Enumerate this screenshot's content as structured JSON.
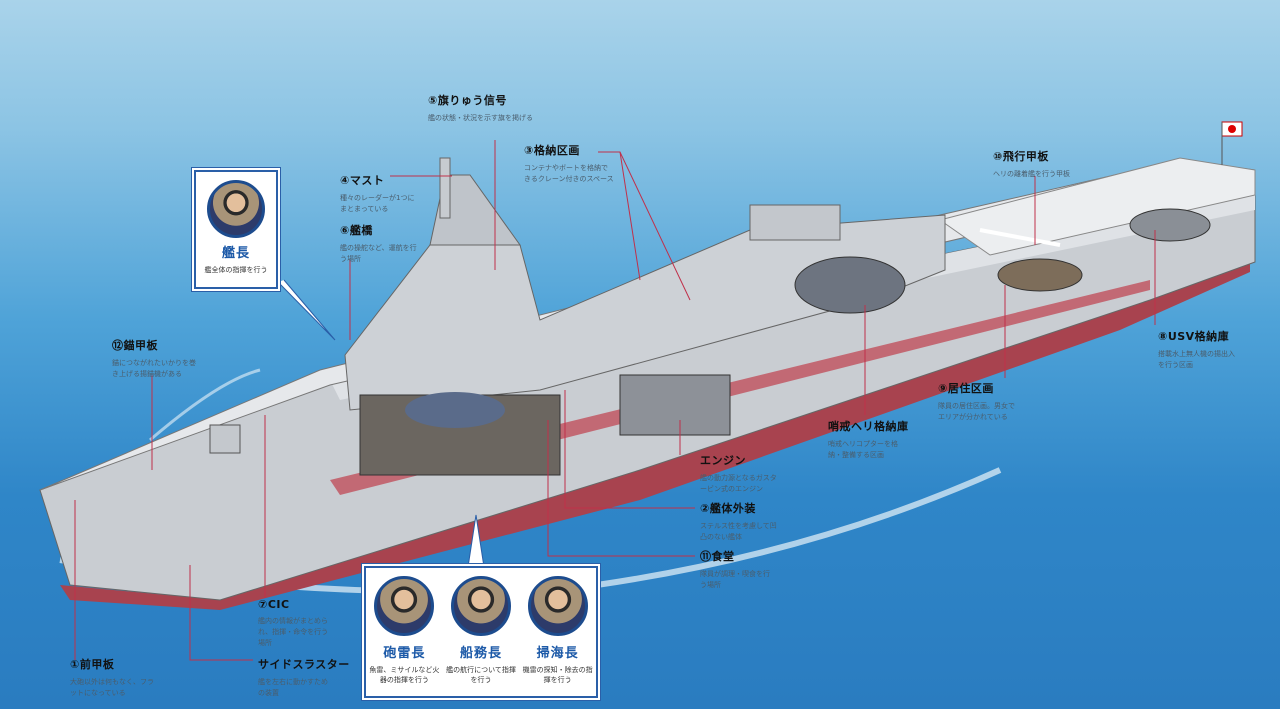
{
  "labels": {
    "flag_signal": {
      "title": "⑤旗りゅう信号",
      "desc": "艦の状態・状況を示す旗を掲げる"
    },
    "storage": {
      "title": "③格納区画",
      "desc": "コンテナやボートを格納できるクレーン付きのスペース"
    },
    "mast": {
      "title": "④マスト",
      "desc": "種々のレーダーが1つにまとまっている"
    },
    "bridge": {
      "title": "⑥艦橋",
      "desc": "艦の操舵など、運航を行う場所"
    },
    "anchor_deck": {
      "title": "⑫錨甲板",
      "desc": "錨につながれたいかりを巻き上げる揚錨機がある"
    },
    "flight_deck": {
      "title": "⑩飛行甲板",
      "desc": "ヘリの離着艦を行う甲板"
    },
    "usv_hangar": {
      "title": "⑧USV格納庫",
      "desc": "搭載水上無人機の揚出入を行う区画"
    },
    "living": {
      "title": "⑨居住区画",
      "desc": "隊員の居住区画。男女でエリアが分かれている"
    },
    "heli_hangar": {
      "title": "哨戒ヘリ格納庫",
      "desc": "哨戒ヘリコプターを格納・整備する区画"
    },
    "engine": {
      "title": "エンジン",
      "desc": "艦の動力源となるガスタービン式のエンジン"
    },
    "hull": {
      "title": "②艦体外装",
      "desc": "ステルス性を考慮して凹凸のない艦体"
    },
    "mess": {
      "title": "⑪食堂",
      "desc": "隊員が調理・喫食を行う場所"
    },
    "cic": {
      "title": "⑦CIC",
      "desc": "艦内の情報がまとめられ、指揮・命令を行う場所"
    },
    "foredeck": {
      "title": "①前甲板",
      "desc": "大砲以外は何もなく、フラットになっている"
    },
    "thruster": {
      "title": "サイドスラスター",
      "desc": "艦を左右に動かすための装置"
    }
  },
  "captain": {
    "role": "艦長",
    "desc": "艦全体の指揮を行う"
  },
  "officers": [
    {
      "role": "砲雷長",
      "desc": "魚雷、ミサイルなど火器の指揮を行う"
    },
    {
      "role": "船務長",
      "desc": "艦の航行について指揮を行う"
    },
    {
      "role": "掃海長",
      "desc": "機雷の探知・除去の指揮を行う"
    }
  ],
  "colors": {
    "leader_line": "#c0304a",
    "box_border": "#2a5fa8",
    "hull_red": "#b0505a",
    "hull_gray": "#c9cdd2"
  }
}
